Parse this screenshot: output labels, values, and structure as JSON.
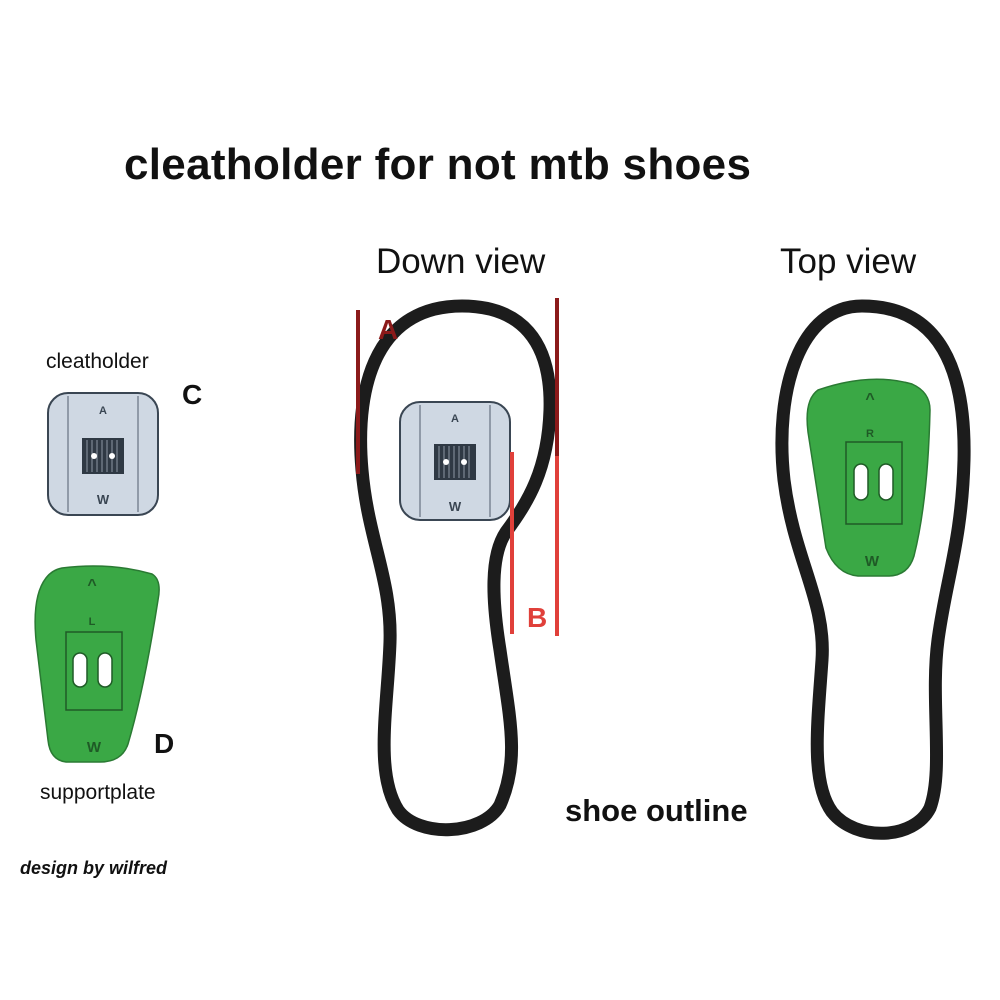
{
  "title": "cleatholder for not mtb shoes",
  "views": {
    "down": "Down view",
    "top": "Top view"
  },
  "parts": {
    "cleatholder": {
      "label": "cleatholder",
      "letter": "C"
    },
    "supportplate": {
      "label": "supportplate",
      "letter": "D"
    }
  },
  "markers": {
    "a": "A",
    "b": "B"
  },
  "shoe_outline": "shoe outline",
  "credit": "design by wilfred",
  "plate_marks": {
    "arrow": "^",
    "left": "L",
    "right": "R",
    "cleat": "A",
    "brand": "W"
  },
  "colors": {
    "background": "#ffffff",
    "outline": "#1c1c1c",
    "cleat_fill": "#cfd8e3",
    "plate_green": "#3aa845",
    "marker_a": "#8b1a1a",
    "marker_b": "#e0403a"
  }
}
